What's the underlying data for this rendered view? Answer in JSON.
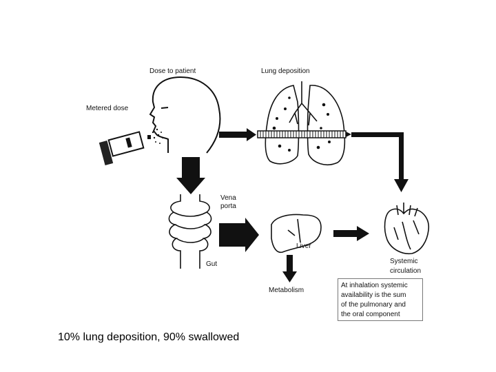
{
  "labels": {
    "dose_to_patient": "Dose to patient",
    "lung_deposition": "Lung deposition",
    "metered_dose": "Metered dose",
    "vena_porta_line1": "Vena",
    "vena_porta_line2": "porta",
    "gut": "Gut",
    "liver": "Liver",
    "metabolism": "Metabolism",
    "systemic_line1": "Systemic",
    "systemic_line2": "circulation"
  },
  "note": {
    "lines": [
      "At inhalation systemic",
      "availability is the sum",
      "of the pulmonary and",
      "the oral component"
    ]
  },
  "caption": "10% lung deposition, 90% swallowed"
}
